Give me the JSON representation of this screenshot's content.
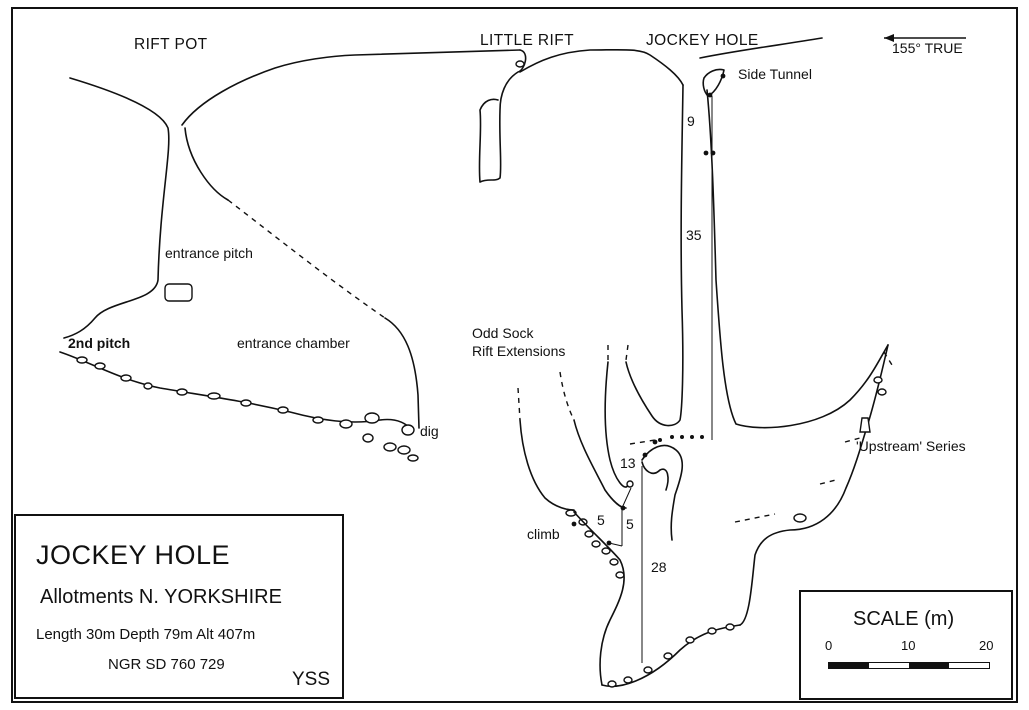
{
  "survey": {
    "labels": {
      "rift_pot": "RIFT POT",
      "little_rift": "LITTLE RIFT",
      "jockey_hole": "JOCKEY HOLE",
      "north_arrow": "155° TRUE",
      "side_tunnel": "Side Tunnel",
      "entrance_pitch": "entrance pitch",
      "second_pitch": "2nd pitch",
      "entrance_chamber": "entrance chamber",
      "dig": "dig",
      "odd_sock_1": "Odd Sock",
      "odd_sock_2": "Rift Extensions",
      "upstream": "'Upstream' Series",
      "climb": "climb"
    },
    "pitch_depths": {
      "p9": "9",
      "p35": "35",
      "p13": "13",
      "p5a": "5",
      "p5b": "5",
      "p28": "28"
    }
  },
  "title_block": {
    "title": "JOCKEY HOLE",
    "region": "Allotments N. YORKSHIRE",
    "stats": "Length 30m  Depth 79m  Alt 407m",
    "ngr": "NGR  SD 760 729",
    "club": "YSS"
  },
  "scale": {
    "title": "SCALE (m)",
    "ticks": [
      "0",
      "10",
      "20"
    ]
  }
}
